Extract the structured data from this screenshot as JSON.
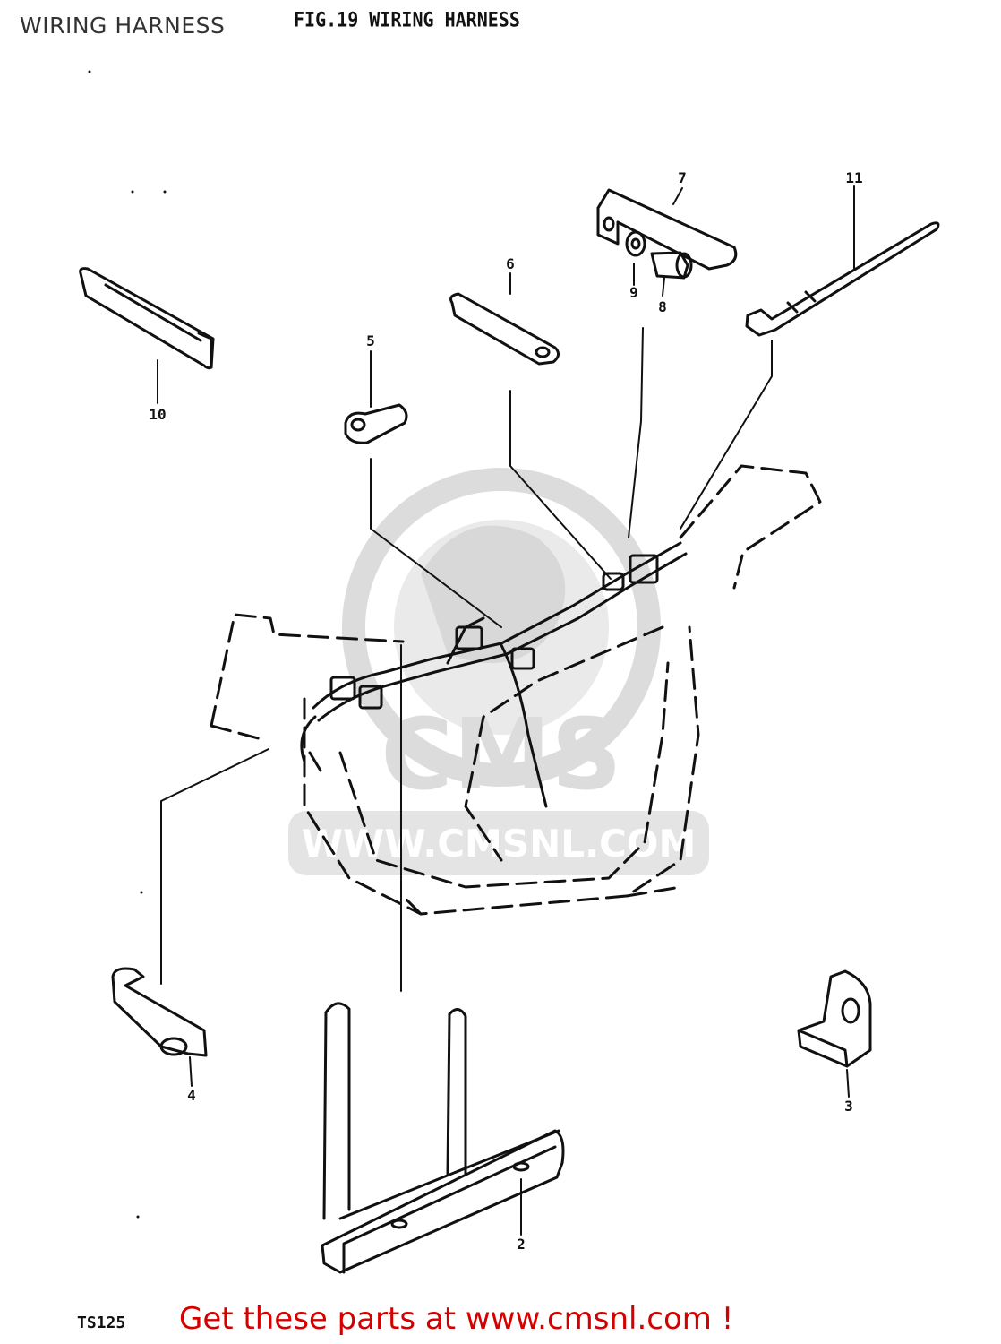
{
  "header": {
    "page_title": "WIRING HARNESS",
    "figure_title": "FIG.19  WIRING HARNESS"
  },
  "diagram": {
    "callouts": [
      "7",
      "11",
      "6",
      "9",
      "8",
      "5",
      "10",
      "4",
      "3",
      "2"
    ],
    "watermark_text": "WWW.CMSNL.COM",
    "watermark_logo_text": "CMS"
  },
  "footer": {
    "model_code": "TS125",
    "link_text": "Get these parts at www.cmsnl.com !"
  },
  "colors": {
    "link": "#d40000",
    "ink": "#111111",
    "watermark": "#d9d9d9"
  }
}
